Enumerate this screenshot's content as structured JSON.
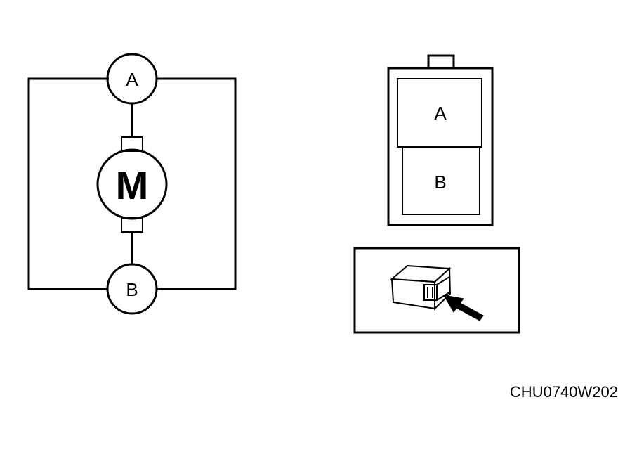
{
  "motor_circuit": {
    "terminal_top": "A",
    "terminal_bottom": "B",
    "motor_label": "M"
  },
  "connector": {
    "pin_top": "A",
    "pin_bottom": "B"
  },
  "figure_code": "CHU0740W202"
}
